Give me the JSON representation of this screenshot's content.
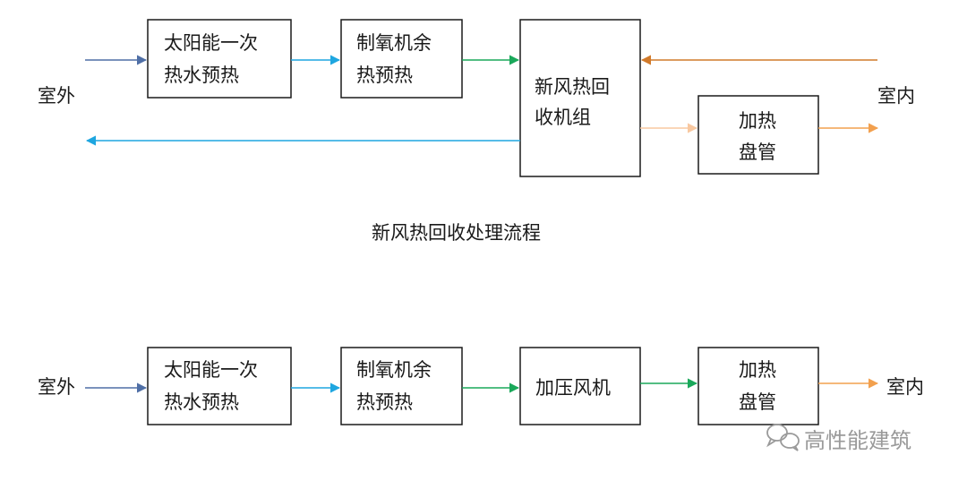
{
  "colors": {
    "blue_dark": "#4f6fa6",
    "cyan": "#1ea6e0",
    "green": "#1aa85a",
    "orange_dark": "#d17a2a",
    "peach": "#f8c8a0",
    "orange": "#f2a04e"
  },
  "diagram1": {
    "outdoor": "室外",
    "indoor": "室内",
    "box_solar": [
      "太阳能一次",
      "热水预热"
    ],
    "box_oxygen": [
      "制氧机余",
      "热预热"
    ],
    "box_recovery": [
      "新风热回",
      "收机组"
    ],
    "box_heating": [
      "加热",
      "盘管"
    ],
    "caption": "新风热回收处理流程"
  },
  "diagram2": {
    "outdoor": "室外",
    "indoor": "室内",
    "box_solar": [
      "太阳能一次",
      "热水预热"
    ],
    "box_oxygen": [
      "制氧机余",
      "热预热"
    ],
    "box_fan": "加压风机",
    "box_heating": [
      "加热",
      "盘管"
    ]
  },
  "watermark": {
    "icon": "wechat-icon",
    "text": "高性能建筑"
  }
}
